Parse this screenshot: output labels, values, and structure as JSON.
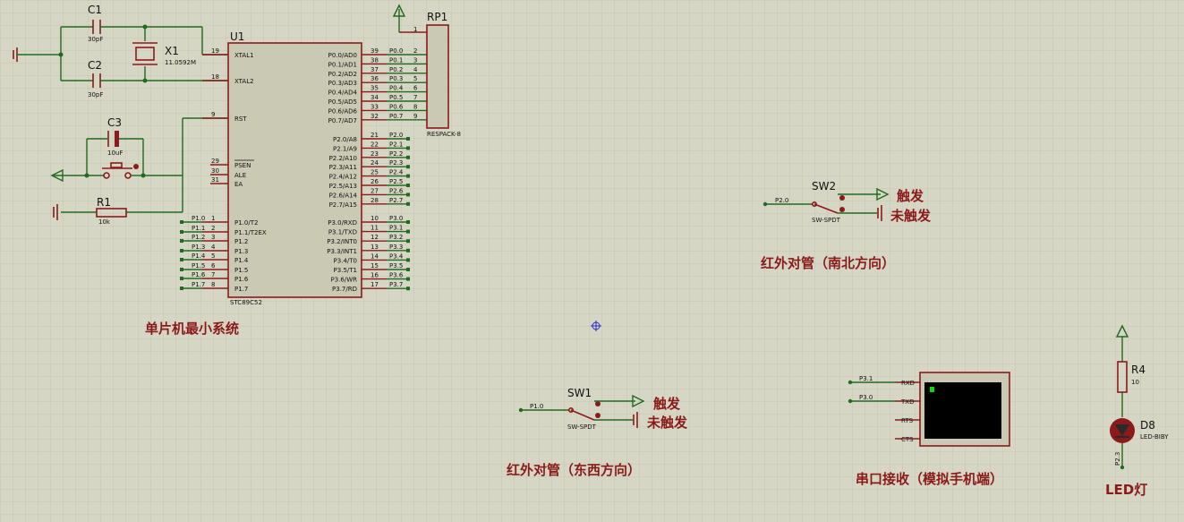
{
  "mcu": {
    "ref": "U1",
    "part": "STC89C52",
    "left_pins": [
      {
        "num": "19",
        "name": "XTAL1"
      },
      {
        "num": "18",
        "name": "XTAL2"
      },
      {
        "num": "9",
        "name": "RST"
      },
      {
        "num": "29",
        "name": "PSEN"
      },
      {
        "num": "30",
        "name": "ALE"
      },
      {
        "num": "31",
        "name": "EA"
      },
      {
        "num": "1",
        "name": "P1.0/T2"
      },
      {
        "num": "2",
        "name": "P1.1/T2EX"
      },
      {
        "num": "3",
        "name": "P1.2"
      },
      {
        "num": "4",
        "name": "P1.3"
      },
      {
        "num": "5",
        "name": "P1.4"
      },
      {
        "num": "6",
        "name": "P1.5"
      },
      {
        "num": "7",
        "name": "P1.6"
      },
      {
        "num": "8",
        "name": "P1.7"
      }
    ],
    "p1_labels": [
      "P1.0",
      "P1.1",
      "P1.2",
      "P1.3",
      "P1.4",
      "P1.5",
      "P1.6",
      "P1.7"
    ],
    "p0_pins": [
      {
        "num": "39",
        "name": "P0.0/AD0",
        "net": "P0.0"
      },
      {
        "num": "38",
        "name": "P0.1/AD1",
        "net": "P0.1"
      },
      {
        "num": "37",
        "name": "P0.2/AD2",
        "net": "P0.2"
      },
      {
        "num": "36",
        "name": "P0.3/AD3",
        "net": "P0.3"
      },
      {
        "num": "35",
        "name": "P0.4/AD4",
        "net": "P0.4"
      },
      {
        "num": "34",
        "name": "P0.5/AD5",
        "net": "P0.5"
      },
      {
        "num": "33",
        "name": "P0.6/AD6",
        "net": "P0.6"
      },
      {
        "num": "32",
        "name": "P0.7/AD7",
        "net": "P0.7"
      }
    ],
    "p2_pins": [
      {
        "num": "21",
        "name": "P2.0/A8",
        "net": "P2.0"
      },
      {
        "num": "22",
        "name": "P2.1/A9",
        "net": "P2.1"
      },
      {
        "num": "23",
        "name": "P2.2/A10",
        "net": "P2.2"
      },
      {
        "num": "24",
        "name": "P2.3/A11",
        "net": "P2.3"
      },
      {
        "num": "25",
        "name": "P2.4/A12",
        "net": "P2.4"
      },
      {
        "num": "26",
        "name": "P2.5/A13",
        "net": "P2.5"
      },
      {
        "num": "27",
        "name": "P2.6/A14",
        "net": "P2.6"
      },
      {
        "num": "28",
        "name": "P2.7/A15",
        "net": "P2.7"
      }
    ],
    "p3_pins": [
      {
        "num": "10",
        "name": "P3.0/RXD",
        "net": "P3.0"
      },
      {
        "num": "11",
        "name": "P3.1/TXD",
        "net": "P3.1"
      },
      {
        "num": "12",
        "name": "P3.2/INT0",
        "net": "P3.2"
      },
      {
        "num": "13",
        "name": "P3.3/INT1",
        "net": "P3.3"
      },
      {
        "num": "14",
        "name": "P3.4/T0",
        "net": "P3.4"
      },
      {
        "num": "15",
        "name": "P3.5/T1",
        "net": "P3.5"
      },
      {
        "num": "16",
        "name": "P3.6/WR",
        "net": "P3.6"
      },
      {
        "num": "17",
        "name": "P3.7/RD",
        "net": "P3.7"
      }
    ]
  },
  "components": {
    "c1": {
      "ref": "C1",
      "value": "30pF"
    },
    "c2": {
      "ref": "C2",
      "value": "30pF"
    },
    "x1": {
      "ref": "X1",
      "value": "11.0592M"
    },
    "c3": {
      "ref": "C3",
      "value": "10uF"
    },
    "r1": {
      "ref": "R1",
      "value": "10k"
    },
    "rp1": {
      "ref": "RP1",
      "value": "RESPACK-8",
      "pins": [
        "1",
        "2",
        "3",
        "4",
        "5",
        "6",
        "7",
        "8",
        "9"
      ]
    },
    "sw2": {
      "ref": "SW2",
      "value": "SW-SPDT",
      "net": "P2.0"
    },
    "sw1": {
      "ref": "SW1",
      "value": "SW-SPDT",
      "net": "P1.0"
    },
    "r4": {
      "ref": "R4",
      "value": "10"
    },
    "d8": {
      "ref": "D8",
      "value": "LED-BIBY",
      "net": "P2.3"
    }
  },
  "terminal": {
    "pins": [
      "RXD",
      "TXD",
      "RTS",
      "CTS"
    ],
    "nets": [
      "P3.1",
      "P3.0"
    ]
  },
  "labels": {
    "minimal_system": "单片机最小系统",
    "ir_ns": "红外对管（南北方向）",
    "ir_ew": "红外对管（东西方向）",
    "serial": "串口接收（模拟手机端）",
    "led": "LED灯",
    "trigger": "触发",
    "no_trigger": "未触发"
  },
  "colors": {
    "background": "#d6d6c4",
    "component": "#8b1a1a",
    "wire": "#1f6b1f"
  }
}
